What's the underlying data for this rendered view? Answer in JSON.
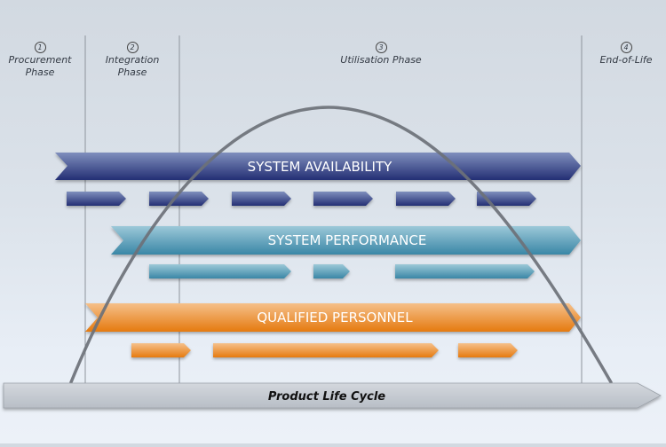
{
  "phases": [
    {
      "number": "1",
      "label_line1": "Procurement",
      "label_line2": "Phase"
    },
    {
      "number": "2",
      "label_line1": "Integration",
      "label_line2": "Phase"
    },
    {
      "number": "3",
      "label_line1": "Utilisation Phase",
      "label_line2": ""
    },
    {
      "number": "4",
      "label_line1": "End-of-Life",
      "label_line2": ""
    }
  ],
  "bands": [
    {
      "label": "SYSTEM AVAILABILITY",
      "color_light": "#7f8fbd",
      "color_dark": "#242f74",
      "sub_arrow_count": 6
    },
    {
      "label": "SYSTEM PERFORMANCE",
      "color_light": "#9cc8d8",
      "color_dark": "#3a87a6",
      "sub_arrow_count": 3
    },
    {
      "label": "QUALIFIED PERSONNEL",
      "color_light": "#f5c08a",
      "color_dark": "#e57a0f",
      "sub_arrow_count": 3
    }
  ],
  "timeline": {
    "label": "Product Life Cycle",
    "color_light": "#d3d7dd",
    "color_dark": "#b8bec6"
  },
  "curve": {
    "description": "life-cycle bell curve",
    "color": "#6d7178"
  }
}
